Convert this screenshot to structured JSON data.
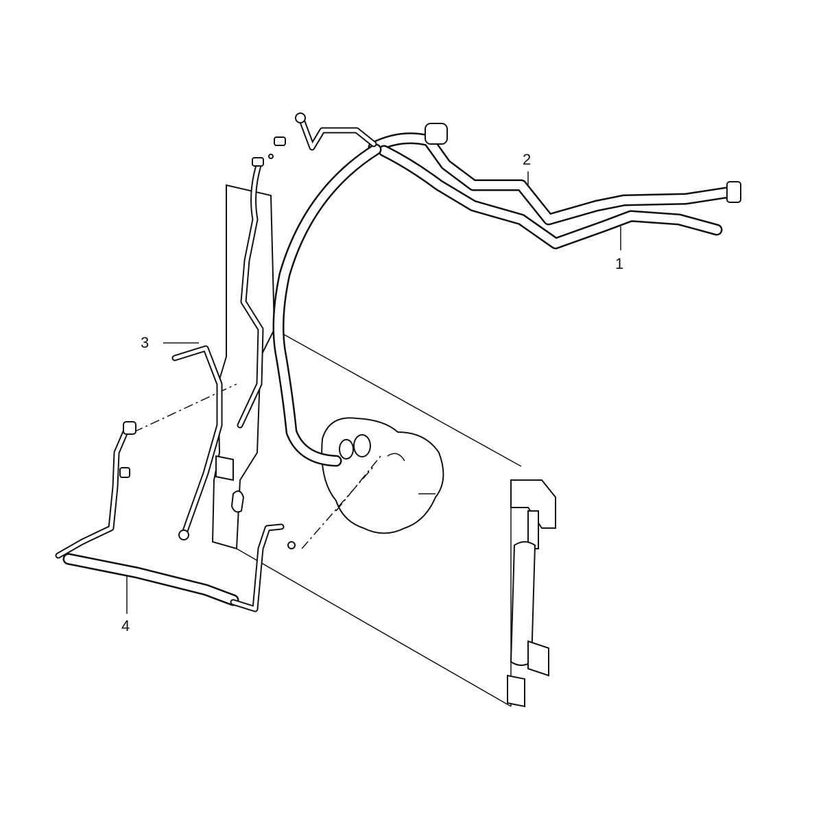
{
  "diagram": {
    "callouts": [
      {
        "id": "1",
        "label": "1"
      },
      {
        "id": "2",
        "label": "2"
      },
      {
        "id": "3",
        "label": "3"
      },
      {
        "id": "4",
        "label": "4"
      }
    ],
    "colors": {
      "line": "#111111",
      "background": "#ffffff"
    }
  }
}
